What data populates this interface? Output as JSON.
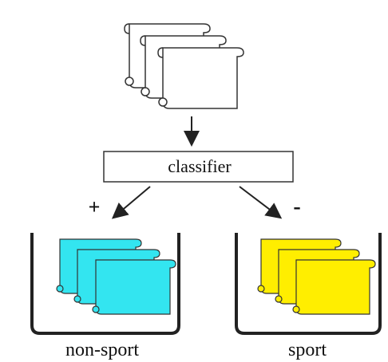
{
  "diagram": {
    "classifier_label": "classifier",
    "positive_sign": "+",
    "negative_sign": "-",
    "left_bin_label": "non-sport",
    "right_bin_label": "sport",
    "colors": {
      "input_doc_fill": "#ffffff",
      "left_doc_fill": "#33e5f0",
      "right_doc_fill": "#ffee00",
      "stroke": "#333333"
    },
    "icons": {
      "input_documents": "scroll-stack-icon",
      "left_documents": "scroll-stack-icon",
      "right_documents": "scroll-stack-icon"
    }
  }
}
